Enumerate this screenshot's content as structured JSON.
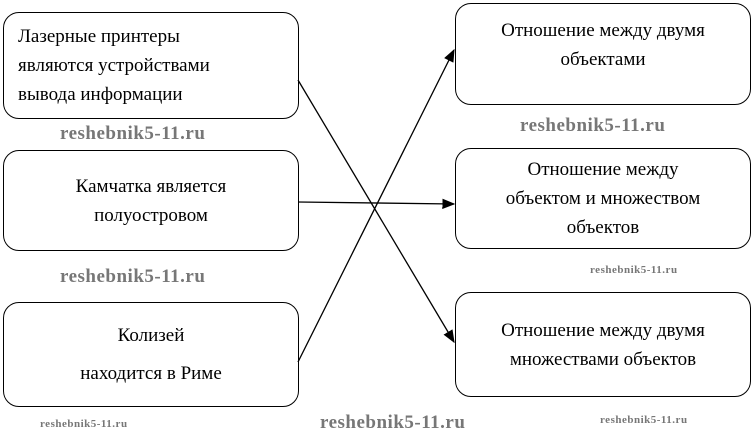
{
  "left_boxes": [
    {
      "lines": [
        "Лазерные принтеры",
        "являются устройствами",
        "вывода информации"
      ]
    },
    {
      "lines": [
        "Камчатка является",
        "полуостровом"
      ]
    },
    {
      "lines": [
        "Колизей",
        "находится в Риме"
      ]
    }
  ],
  "right_boxes": [
    {
      "lines": [
        "Отношение между двумя",
        "объектами"
      ]
    },
    {
      "lines": [
        "Отношение между",
        "объектом и множеством",
        "объектов"
      ]
    },
    {
      "lines": [
        "Отношение между двумя",
        "множествами объектов"
      ]
    }
  ],
  "watermark": "reshebnik5-11.ru"
}
